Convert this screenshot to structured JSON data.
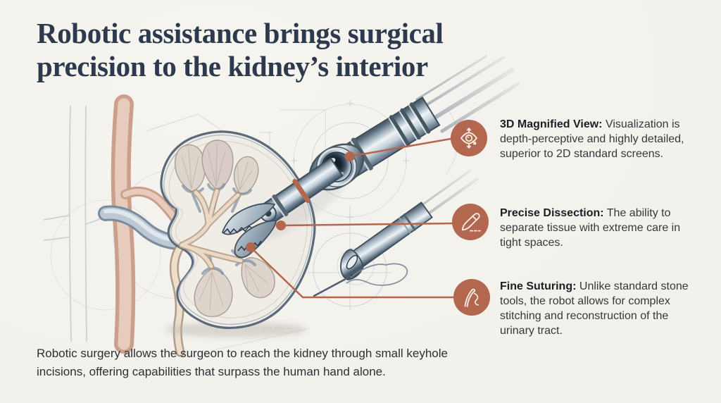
{
  "theme": {
    "background": "#f3f1ec",
    "accent": "#b2674e",
    "title-color": "#2d3a4e",
    "text-color": "#35383c",
    "caption-color": "#2c2f33"
  },
  "header": {
    "title": "Robotic assistance brings surgical\nprecision to the kidney’s interior"
  },
  "callouts": [
    {
      "icon": "eye-3d-icon",
      "label": "3D Magnified View:",
      "text": "Visualization is depth-perceptive and highly detailed, superior to 2D standard screens."
    },
    {
      "icon": "scalpel-icon",
      "label": "Precise Dissection:",
      "text": "The ability to separate tissue with extreme care in tight spaces."
    },
    {
      "icon": "needle-thread-icon",
      "label": "Fine Suturing:",
      "text": "Unlike standard stone tools, the robot allows for complex stitching and reconstruction of the urinary tract."
    }
  ],
  "footer": {
    "caption": "Robotic surgery allows the surgeon to reach the kidney through small keyhole\nincisions, offering capabilities that surpass the human hand alone."
  },
  "illustration": {
    "description": "Technical pencil-style sketch of a kidney cross-section with renal vessels and ureter, a robotic surgical arm with camera wrist and serrated forceps reaching into the kidney, and a robotic needle driver holding a suturing needle with thread"
  }
}
